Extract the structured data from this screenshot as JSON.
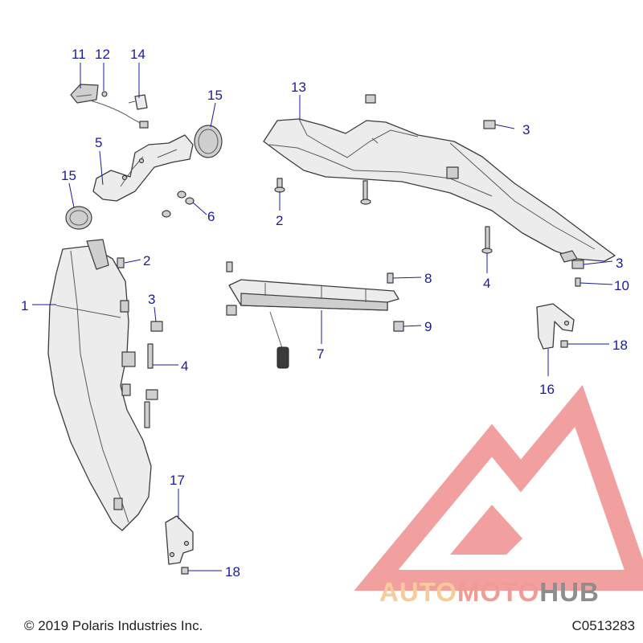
{
  "callouts": [
    {
      "id": "c11",
      "label": "11"
    },
    {
      "id": "c12",
      "label": "12"
    },
    {
      "id": "c14",
      "label": "14"
    },
    {
      "id": "c15a",
      "label": "15"
    },
    {
      "id": "c5",
      "label": "5"
    },
    {
      "id": "c15b",
      "label": "15"
    },
    {
      "id": "c6",
      "label": "6"
    },
    {
      "id": "c13",
      "label": "13"
    },
    {
      "id": "c3a",
      "label": "3"
    },
    {
      "id": "c2a",
      "label": "2"
    },
    {
      "id": "c4a",
      "label": "4"
    },
    {
      "id": "c3b",
      "label": "3"
    },
    {
      "id": "c10",
      "label": "10"
    },
    {
      "id": "c2b",
      "label": "2"
    },
    {
      "id": "c1",
      "label": "1"
    },
    {
      "id": "c3c",
      "label": "3"
    },
    {
      "id": "c4b",
      "label": "4"
    },
    {
      "id": "c8",
      "label": "8"
    },
    {
      "id": "c9",
      "label": "9"
    },
    {
      "id": "c7",
      "label": "7"
    },
    {
      "id": "c16",
      "label": "16"
    },
    {
      "id": "c18a",
      "label": "18"
    },
    {
      "id": "c17",
      "label": "17"
    },
    {
      "id": "c18b",
      "label": "18"
    }
  ],
  "footer": {
    "copyright": "© 2019 Polaris Industries Inc.",
    "diagram_code": "C0513283"
  },
  "watermark": {
    "word_part1": "AUTO",
    "word_part2": "MOTO",
    "word_part3": "HUB",
    "colors": {
      "auto": "#f5c48a",
      "moto": "#f08a82",
      "hub": "#7a7a7a",
      "triangle": "#ef8f8f"
    }
  },
  "colors": {
    "callout": "#1a1aa0",
    "outline": "#3c3c3c",
    "fill": "#ececec"
  }
}
